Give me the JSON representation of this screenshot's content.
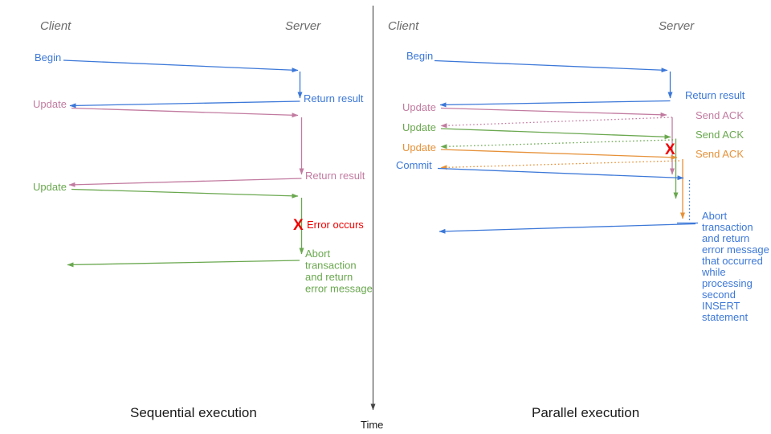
{
  "colors": {
    "blue": "#3c78d8",
    "pink": "#c27ba0",
    "green": "#6aa84f",
    "orange": "#e69138",
    "red": "#ee0000",
    "axis": "#444444",
    "heading": "#6a6a6a",
    "caption": "#1a1a1a"
  },
  "axis": {
    "time_label": "Time"
  },
  "left": {
    "client_label": "Client",
    "server_label": "Server",
    "begin": "Begin",
    "return_result_1": "Return result",
    "update_1": "Update",
    "return_result_2": "Return result",
    "update_2": "Update",
    "error_x": "X",
    "error_label": "Error occurs",
    "abort_lines": [
      "Abort",
      "transaction",
      "and return",
      "error message"
    ],
    "caption": "Sequential execution"
  },
  "right": {
    "client_label": "Client",
    "server_label": "Server",
    "begin": "Begin",
    "return_result": "Return result",
    "update_1": "Update",
    "send_ack_1": "Send ACK",
    "update_2": "Update",
    "send_ack_2": "Send ACK",
    "update_3": "Update",
    "send_ack_3": "Send ACK",
    "commit": "Commit",
    "error_x": "X",
    "abort_lines": [
      "Abort",
      "transaction",
      "and return",
      "error message",
      "that occurred",
      "while",
      "processing",
      "second",
      "INSERT",
      "statement"
    ],
    "caption": "Parallel execution"
  }
}
